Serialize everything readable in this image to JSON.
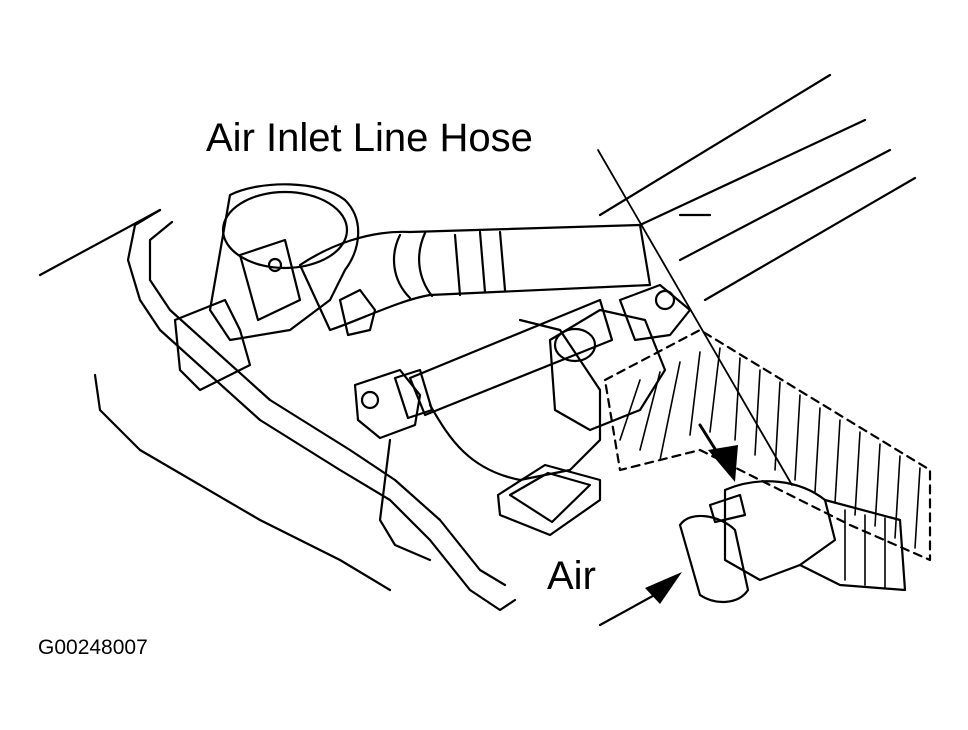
{
  "labels": {
    "air_inlet_line_hose": "Air Inlet Line Hose",
    "air": "Air"
  },
  "figure_id": "G00248007",
  "colors": {
    "line": "#000000",
    "background": "#ffffff"
  }
}
